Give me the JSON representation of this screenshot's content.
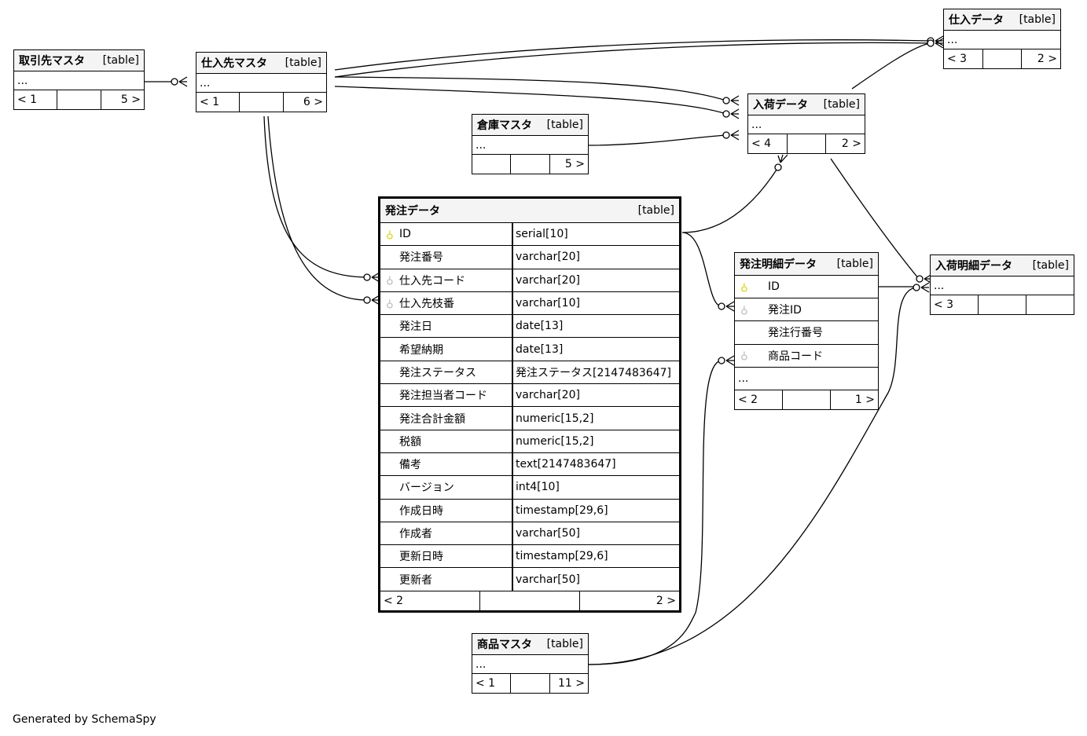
{
  "diagram": {
    "tag_label": "[table]",
    "footer_text": "Generated by SchemaSpy",
    "key_colors": {
      "primary": "#d4d400",
      "foreign": "#b8b8b8"
    },
    "tables": [
      {
        "id": "torihikisaki",
        "name": "取引先マスタ",
        "columns": [
          {
            "name": "...",
            "type": null,
            "key": null
          }
        ],
        "footer": [
          "< 1",
          "",
          "5 >"
        ]
      },
      {
        "id": "shiiresaki",
        "name": "仕入先マスタ",
        "columns": [
          {
            "name": "...",
            "type": null,
            "key": null
          }
        ],
        "footer": [
          "< 1",
          "",
          "6 >"
        ]
      },
      {
        "id": "shiire",
        "name": "仕入データ",
        "columns": [
          {
            "name": "...",
            "type": null,
            "key": null
          }
        ],
        "footer": [
          "< 3",
          "",
          "2 >"
        ]
      },
      {
        "id": "souko",
        "name": "倉庫マスタ",
        "columns": [
          {
            "name": "...",
            "type": null,
            "key": null
          }
        ],
        "footer": [
          "",
          "",
          "5 >"
        ]
      },
      {
        "id": "nyuka",
        "name": "入荷データ",
        "columns": [
          {
            "name": "...",
            "type": null,
            "key": null
          }
        ],
        "footer": [
          "< 4",
          "",
          "2 >"
        ]
      },
      {
        "id": "hacchu",
        "name": "発注データ",
        "focus": true,
        "columns": [
          {
            "name": "ID",
            "type": "serial[10]",
            "key": "primary"
          },
          {
            "name": "発注番号",
            "type": "varchar[20]",
            "key": null
          },
          {
            "name": "仕入先コード",
            "type": "varchar[20]",
            "key": "foreign"
          },
          {
            "name": "仕入先枝番",
            "type": "varchar[10]",
            "key": "foreign"
          },
          {
            "name": "発注日",
            "type": "date[13]",
            "key": null
          },
          {
            "name": "希望納期",
            "type": "date[13]",
            "key": null
          },
          {
            "name": "発注ステータス",
            "type": "発注ステータス[2147483647]",
            "key": null
          },
          {
            "name": "発注担当者コード",
            "type": "varchar[20]",
            "key": null
          },
          {
            "name": "発注合計金額",
            "type": "numeric[15,2]",
            "key": null
          },
          {
            "name": "税額",
            "type": "numeric[15,2]",
            "key": null
          },
          {
            "name": "備考",
            "type": "text[2147483647]",
            "key": null
          },
          {
            "name": "バージョン",
            "type": "int4[10]",
            "key": null
          },
          {
            "name": "作成日時",
            "type": "timestamp[29,6]",
            "key": null
          },
          {
            "name": "作成者",
            "type": "varchar[50]",
            "key": null
          },
          {
            "name": "更新日時",
            "type": "timestamp[29,6]",
            "key": null
          },
          {
            "name": "更新者",
            "type": "varchar[50]",
            "key": null
          }
        ],
        "footer": [
          "< 2",
          "",
          "2 >"
        ]
      },
      {
        "id": "hacchu_meisai",
        "name": "発注明細データ",
        "columns": [
          {
            "name": "ID",
            "type": null,
            "key": "primary"
          },
          {
            "name": "発注ID",
            "type": null,
            "key": "foreign"
          },
          {
            "name": "発注行番号",
            "type": null,
            "key": null
          },
          {
            "name": "商品コード",
            "type": null,
            "key": "foreign"
          },
          {
            "name": "...",
            "type": null,
            "key": null,
            "plain": true
          }
        ],
        "footer": [
          "< 2",
          "",
          "1 >"
        ]
      },
      {
        "id": "nyuka_meisai",
        "name": "入荷明細データ",
        "columns": [
          {
            "name": "...",
            "type": null,
            "key": null
          }
        ],
        "footer": [
          "< 3",
          "",
          ""
        ]
      },
      {
        "id": "shohin",
        "name": "商品マスタ",
        "columns": [
          {
            "name": "...",
            "type": null,
            "key": null
          }
        ],
        "footer": [
          "< 1",
          "",
          "11 >"
        ]
      }
    ]
  }
}
